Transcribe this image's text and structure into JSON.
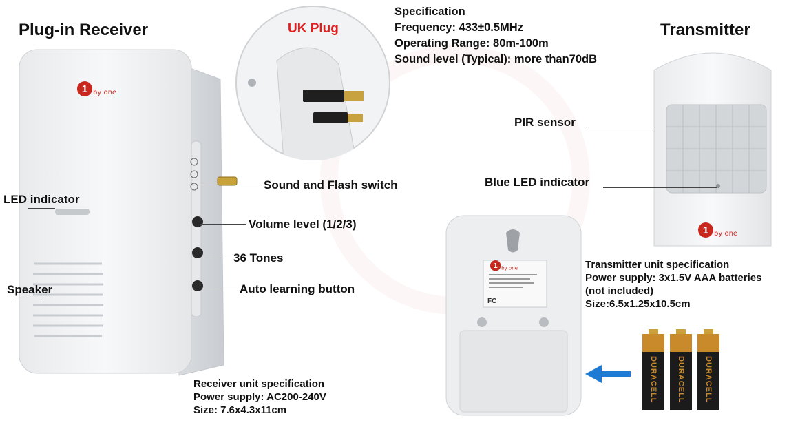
{
  "titles": {
    "receiver": "Plug-in Receiver",
    "transmitter": "Transmitter",
    "uk_plug": "UK Plug"
  },
  "specification": {
    "heading": "Specification",
    "frequency": "Frequency: 433±0.5MHz",
    "range": "Operating Range: 80m-100m",
    "sound": "Sound level (Typical): more than70dB"
  },
  "receiver_labels": {
    "led": "LED indicator",
    "speaker": "Speaker",
    "sound_flash": "Sound and Flash switch",
    "volume": "Volume level (1/2/3)",
    "tones": "36 Tones",
    "auto_learning": "Auto learning button"
  },
  "transmitter_labels": {
    "pir": "PIR sensor",
    "blue_led": "Blue LED indicator"
  },
  "receiver_spec": {
    "heading": "Receiver unit specification",
    "power": "Power supply: AC200-240V",
    "size": "Size: 7.6x4.3x11cm"
  },
  "transmitter_spec": {
    "heading": "Transmitter unit specification",
    "power": "Power supply: 3x1.5V AAA batteries",
    "note": "(not included)",
    "size": "Size:6.5x1.25x10.5cm"
  },
  "brand": {
    "one": "1",
    "by_one": "by one"
  },
  "battery_brand": "DURACELL",
  "colors": {
    "logo_red": "#c8281e",
    "arrow_blue": "#1e7ad2",
    "uk_plug_red": "#e02020",
    "battery_copper": "#c98a2c"
  }
}
